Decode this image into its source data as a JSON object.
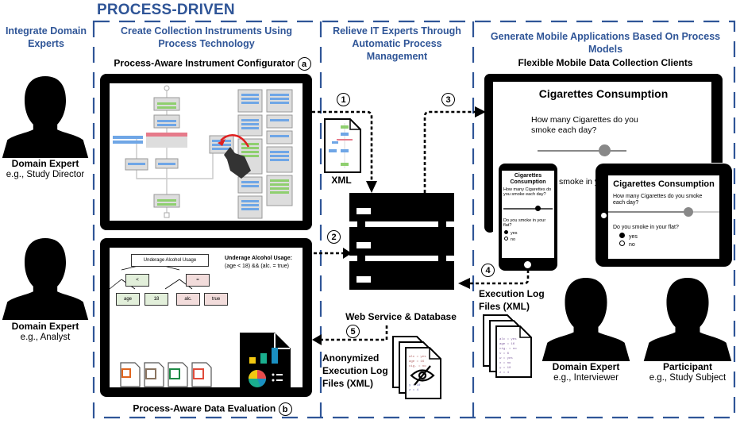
{
  "title": "PROCESS-DRIVEN",
  "columns": [
    {
      "heading": "Integrate Domain Experts"
    },
    {
      "heading_line1": "Create Collection Instruments Using",
      "heading_line2": "Process Technology"
    },
    {
      "heading_line1": "Relieve IT Experts Through",
      "heading_line2": "Automatic Process Management"
    },
    {
      "heading": "Generate Mobile Applications Based On Process Models"
    }
  ],
  "actors": [
    {
      "role": "Domain Expert",
      "example": "e.g., Study Director"
    },
    {
      "role": "Domain Expert",
      "example": "e.g., Analyst"
    },
    {
      "role": "Domain Expert",
      "example": "e.g., Interviewer"
    },
    {
      "role": "Participant",
      "example": "e.g., Study Subject"
    }
  ],
  "configurator": {
    "label": "Process-Aware Instrument Configurator",
    "marker": "a"
  },
  "evaluation": {
    "label": "Process-Aware Data Evaluation",
    "marker": "b",
    "tree_root": "Underage Alcohol Usage",
    "tree_ops": [
      "<",
      "="
    ],
    "tree_leaves": [
      "age",
      "18",
      "alc.",
      "true"
    ],
    "rule_title": "Underage Alcohol Usage:",
    "rule_expr": "(age < 18) && (alc. = true)",
    "export_icons": [
      "powerpoint-icon",
      "text-document-icon",
      "excel-icon",
      "pdf-icon"
    ],
    "report_colors": [
      "#F2C811",
      "#1AAE8E",
      "#1A8FC1",
      "#E94B4B"
    ]
  },
  "server": {
    "label": "Web Service & Database"
  },
  "xml_file": {
    "label": "XML"
  },
  "steps": [
    "1",
    "2",
    "3",
    "4",
    "5"
  ],
  "anonymized_logs": {
    "line1": "Anonymized",
    "line2": "Execution Log",
    "line3": "Files (XML)"
  },
  "execution_logs": {
    "line1": "Execution Log",
    "line2": "Files (XML)"
  },
  "log_lines": [
    "alc = yes",
    "age = 16",
    "cig. = no",
    "v = 6",
    "w = yes",
    "x = no",
    "y = 10",
    "z = 4"
  ],
  "mobile": {
    "label": "Flexible Mobile Data Collection Clients",
    "survey_title": "Cigarettes Consumption",
    "phone_title_line1": "Cigarettes",
    "phone_title_line2": "Consumption",
    "question1": "How many Cigarettes do you smoke each day?",
    "question2": "Do you smoke in your flat?",
    "question2_partial": "smoke in y",
    "options": [
      "yes",
      "no"
    ],
    "selected_option": "yes",
    "slider_value_desktop": 0.75,
    "slider_value_tablet": 0.72,
    "slider_value_phone": 0.7
  },
  "colors": {
    "accent": "#2F5597",
    "device": "#000000"
  }
}
